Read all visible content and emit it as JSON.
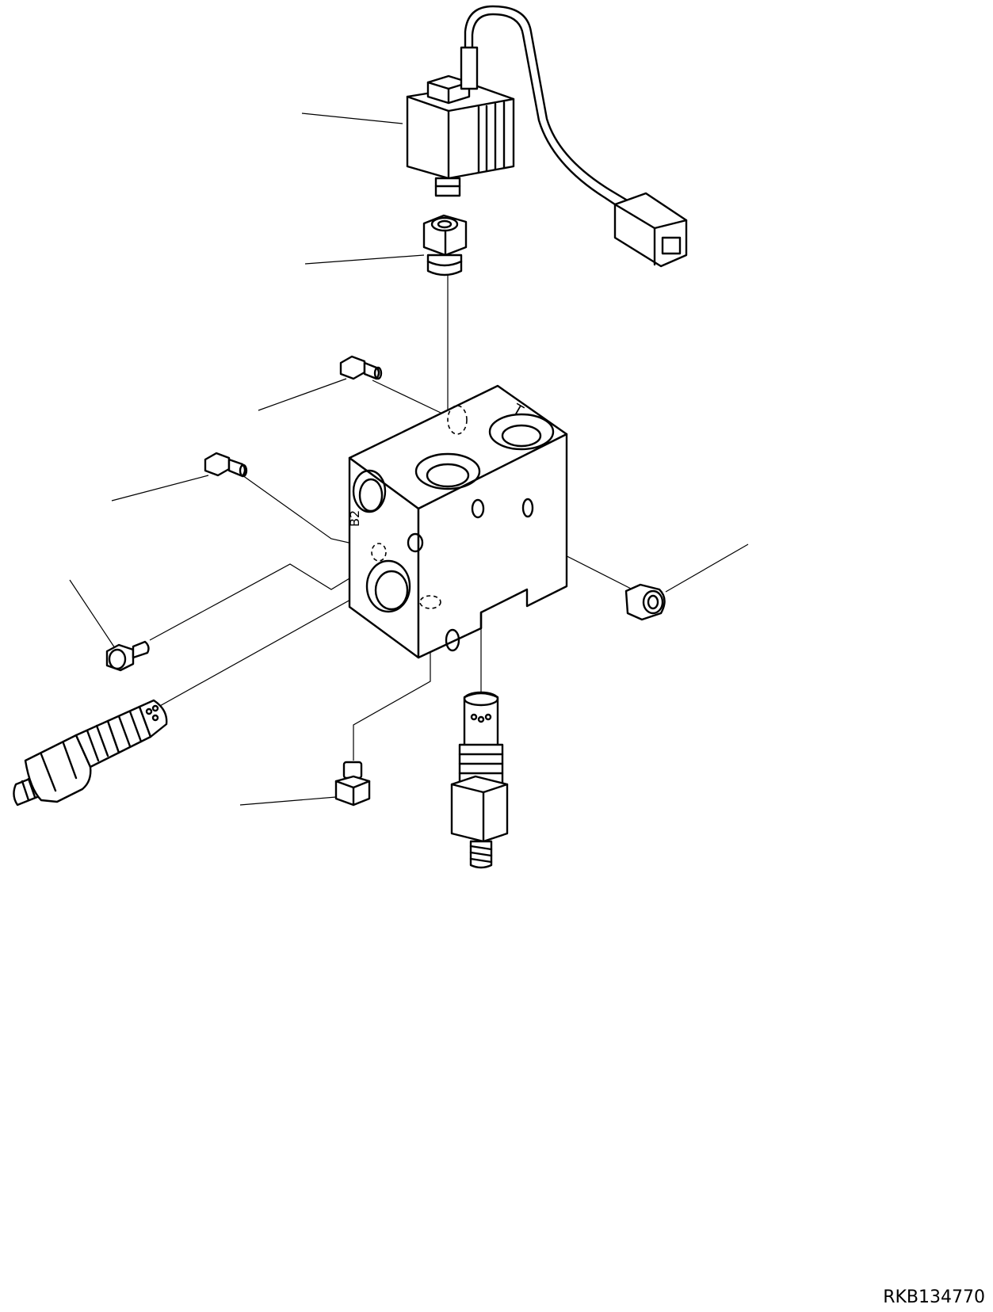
{
  "figure": {
    "reference_code": "RKB134770",
    "port_labels": {
      "top_port": "T",
      "side_port": "B2"
    }
  }
}
